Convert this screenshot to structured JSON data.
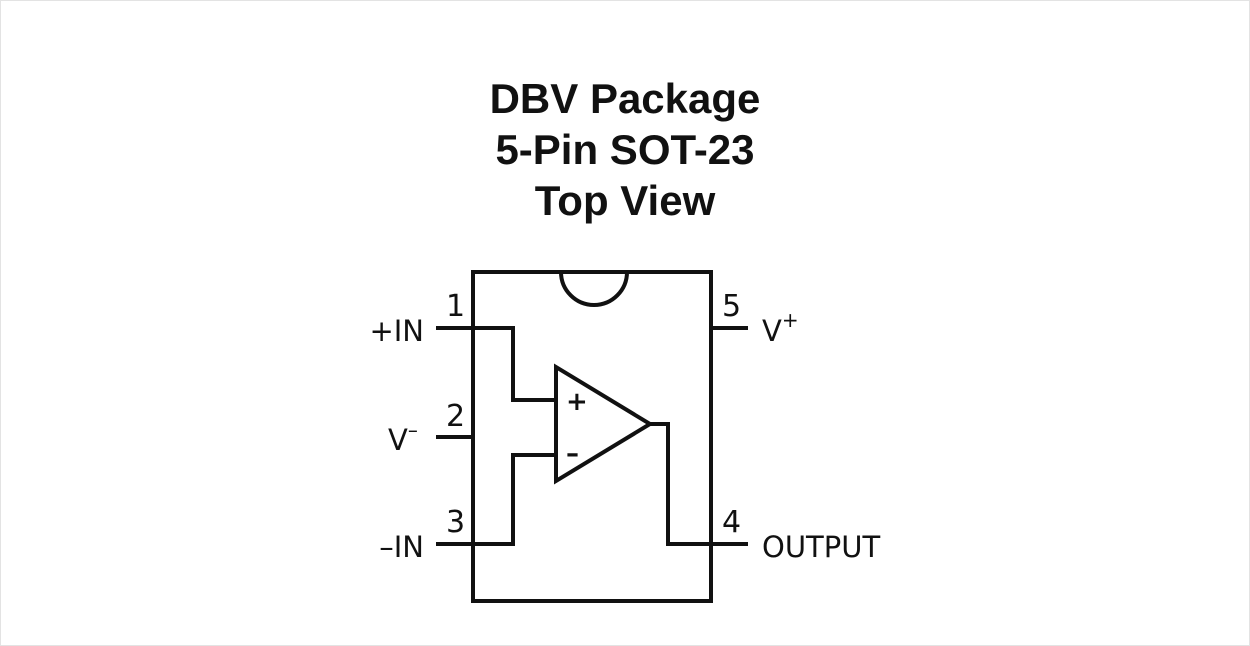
{
  "title": {
    "line1": "DBV Package",
    "line2": "5-Pin SOT-23",
    "line3": "Top View"
  },
  "pins": {
    "p1": {
      "number": "1",
      "label": "+IN"
    },
    "p2": {
      "number": "2",
      "label": "V",
      "sup": "–"
    },
    "p3": {
      "number": "3",
      "label": "–IN"
    },
    "p4": {
      "number": "4",
      "label": "OUTPUT"
    },
    "p5": {
      "number": "5",
      "label": "V",
      "sup": "+"
    }
  },
  "opamp": {
    "plus": "+",
    "minus": "–"
  }
}
